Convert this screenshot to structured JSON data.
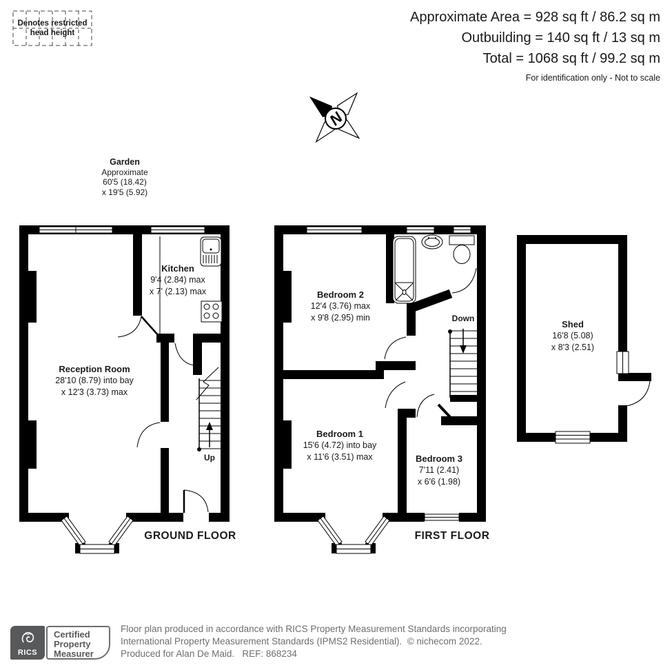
{
  "legend": {
    "line1": "Denotes restricted",
    "line2": "head height"
  },
  "header": {
    "area": "Approximate Area = 928 sq ft / 86.2 sq m",
    "outbuilding": "Outbuilding = 140 sq ft / 13 sq m",
    "total": "Total = 1068 sq ft / 99.2 sq m",
    "disclaimer": "For identification only - Not to scale"
  },
  "compass": {
    "north_label": "N"
  },
  "garden": {
    "title": "Garden",
    "line1": "Approximate",
    "line2": "60'5 (18.42)",
    "line3": "x 19'5 (5.92)"
  },
  "ground_floor": {
    "title": "GROUND FLOOR",
    "stairs_label": "Up",
    "reception": {
      "name": "Reception Room",
      "dim1": "28'10 (8.79) into bay",
      "dim2": "x 12'3 (3.73) max"
    },
    "kitchen": {
      "name": "Kitchen",
      "dim1": "9'4 (2.84) max",
      "dim2": "x 7' (2.13) max"
    }
  },
  "first_floor": {
    "title": "FIRST FLOOR",
    "stairs_label": "Down",
    "bedroom1": {
      "name": "Bedroom 1",
      "dim1": "15'6 (4.72) into bay",
      "dim2": "x 11'6 (3.51) max"
    },
    "bedroom2": {
      "name": "Bedroom 2",
      "dim1": "12'4 (3.76) max",
      "dim2": "x 9'8 (2.95) min"
    },
    "bedroom3": {
      "name": "Bedroom 3",
      "dim1": "7'11 (2.41)",
      "dim2": "x 6'6 (1.98)"
    }
  },
  "outbuilding": {
    "shed": {
      "name": "Shed",
      "dim1": "16'8 (5.08)",
      "dim2": "x 8'3 (2.51)"
    }
  },
  "footer": {
    "rics_label": "RICS",
    "cert_line1": "Certified",
    "cert_line2": "Property",
    "cert_line3": "Measurer",
    "line1": "Floor plan produced in accordance with RICS Property Measurement Standards incorporating",
    "line2": "International Property Measurement Standards (IPMS2 Residential).  © nichecom 2022.",
    "line3": "Produced for Alan De Maid.   REF: 868234"
  },
  "colors": {
    "wall": "#000000",
    "footer_gray": "#6d6e71",
    "rics_bg": "#58595b"
  }
}
